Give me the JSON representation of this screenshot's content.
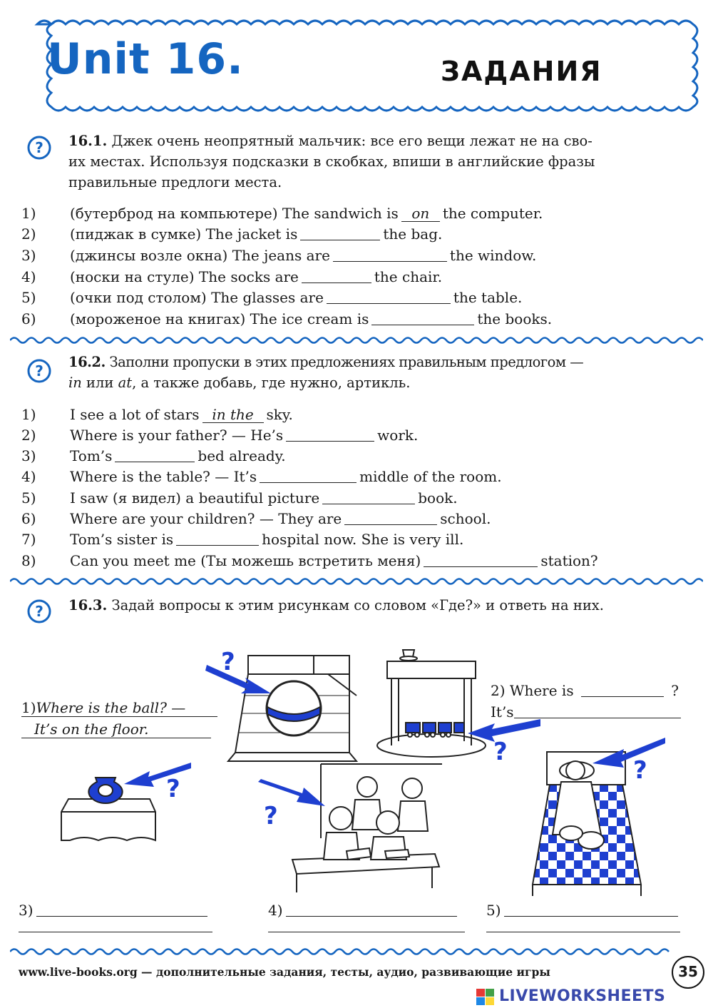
{
  "header": {
    "unit_title": "Unit 16.",
    "section_title": "ЗАДАНИЯ"
  },
  "task1": {
    "number": "16.1.",
    "instruction_lines": [
      "Джек очень неопрятный мальчик: все его вещи лежат не на сво-",
      "их местах. Используя подсказки в скобках, впиши в английские фразы",
      "правильные предлоги места."
    ],
    "items": [
      {
        "n": "1)",
        "before": "(бутерброд на компьютере) The sandwich is",
        "answer": "on",
        "after": "the computer."
      },
      {
        "n": "2)",
        "before": "(пиджак в сумке) The jacket is",
        "answer": "",
        "after": "the bag."
      },
      {
        "n": "3)",
        "before": "(джинсы возле окна) The jeans are",
        "answer": "",
        "after": "the window."
      },
      {
        "n": "4)",
        "before": "(носки на стуле) The socks are",
        "answer": "",
        "after": "the chair."
      },
      {
        "n": "5)",
        "before": "(очки под столом) The glasses are",
        "answer": "",
        "after": "the table."
      },
      {
        "n": "6)",
        "before": "(мороженое на книгах) The ice cream is",
        "answer": "",
        "after": "the books."
      }
    ]
  },
  "task2": {
    "number": "16.2.",
    "instruction_line1": "Заполни пропуски в этих предложениях правильным предлогом —",
    "instruction_in": "in",
    "instruction_or": "или",
    "instruction_at": "at",
    "instruction_rest": ", а также добавь, где нужно, артикль.",
    "items": [
      {
        "n": "1)",
        "before": "I see a lot of stars",
        "answer": "in the",
        "after": "sky."
      },
      {
        "n": "2)",
        "before": "Where is your father? — He’s",
        "answer": "",
        "after": "work."
      },
      {
        "n": "3)",
        "before": "Tom’s",
        "answer": "",
        "after": "bed already."
      },
      {
        "n": "4)",
        "before": "Where is the table? — It’s",
        "answer": "",
        "after": "middle of the room."
      },
      {
        "n": "5)",
        "before": "I saw (я видел) a beautiful picture",
        "answer": "",
        "after": "book."
      },
      {
        "n": "6)",
        "before": "Where are your children? — They are",
        "answer": "",
        "after": "school."
      },
      {
        "n": "7)",
        "before": "Tom’s sister is",
        "answer": "",
        "after": "hospital now. She is very ill."
      },
      {
        "n": "8)",
        "before": "Can you meet me (Ты можешь встретить меня)",
        "answer": "",
        "after": "station?"
      }
    ]
  },
  "task3": {
    "number": "16.3.",
    "instruction": "Задай вопросы к этим рисункам со словом «Где?» и ответь на них.",
    "pic1": {
      "n": "1)",
      "q": "Where is the ball? —",
      "a": "It’s on the floor."
    },
    "pic2": {
      "n": "2)",
      "q": "Where is",
      "qmark": "?",
      "a": "It’s"
    },
    "pic3": {
      "n": "3)"
    },
    "pic4": {
      "n": "4)"
    },
    "pic5": {
      "n": "5)"
    },
    "question_mark": "?"
  },
  "footer": {
    "text": "www.live-books.org — дополнительные задания, тесты, аудио, развивающие игры",
    "page": "35"
  },
  "watermark": "LIVEWORKSHEETS",
  "colors": {
    "accent": "#1565c0",
    "arrow": "#1e3fd0"
  }
}
